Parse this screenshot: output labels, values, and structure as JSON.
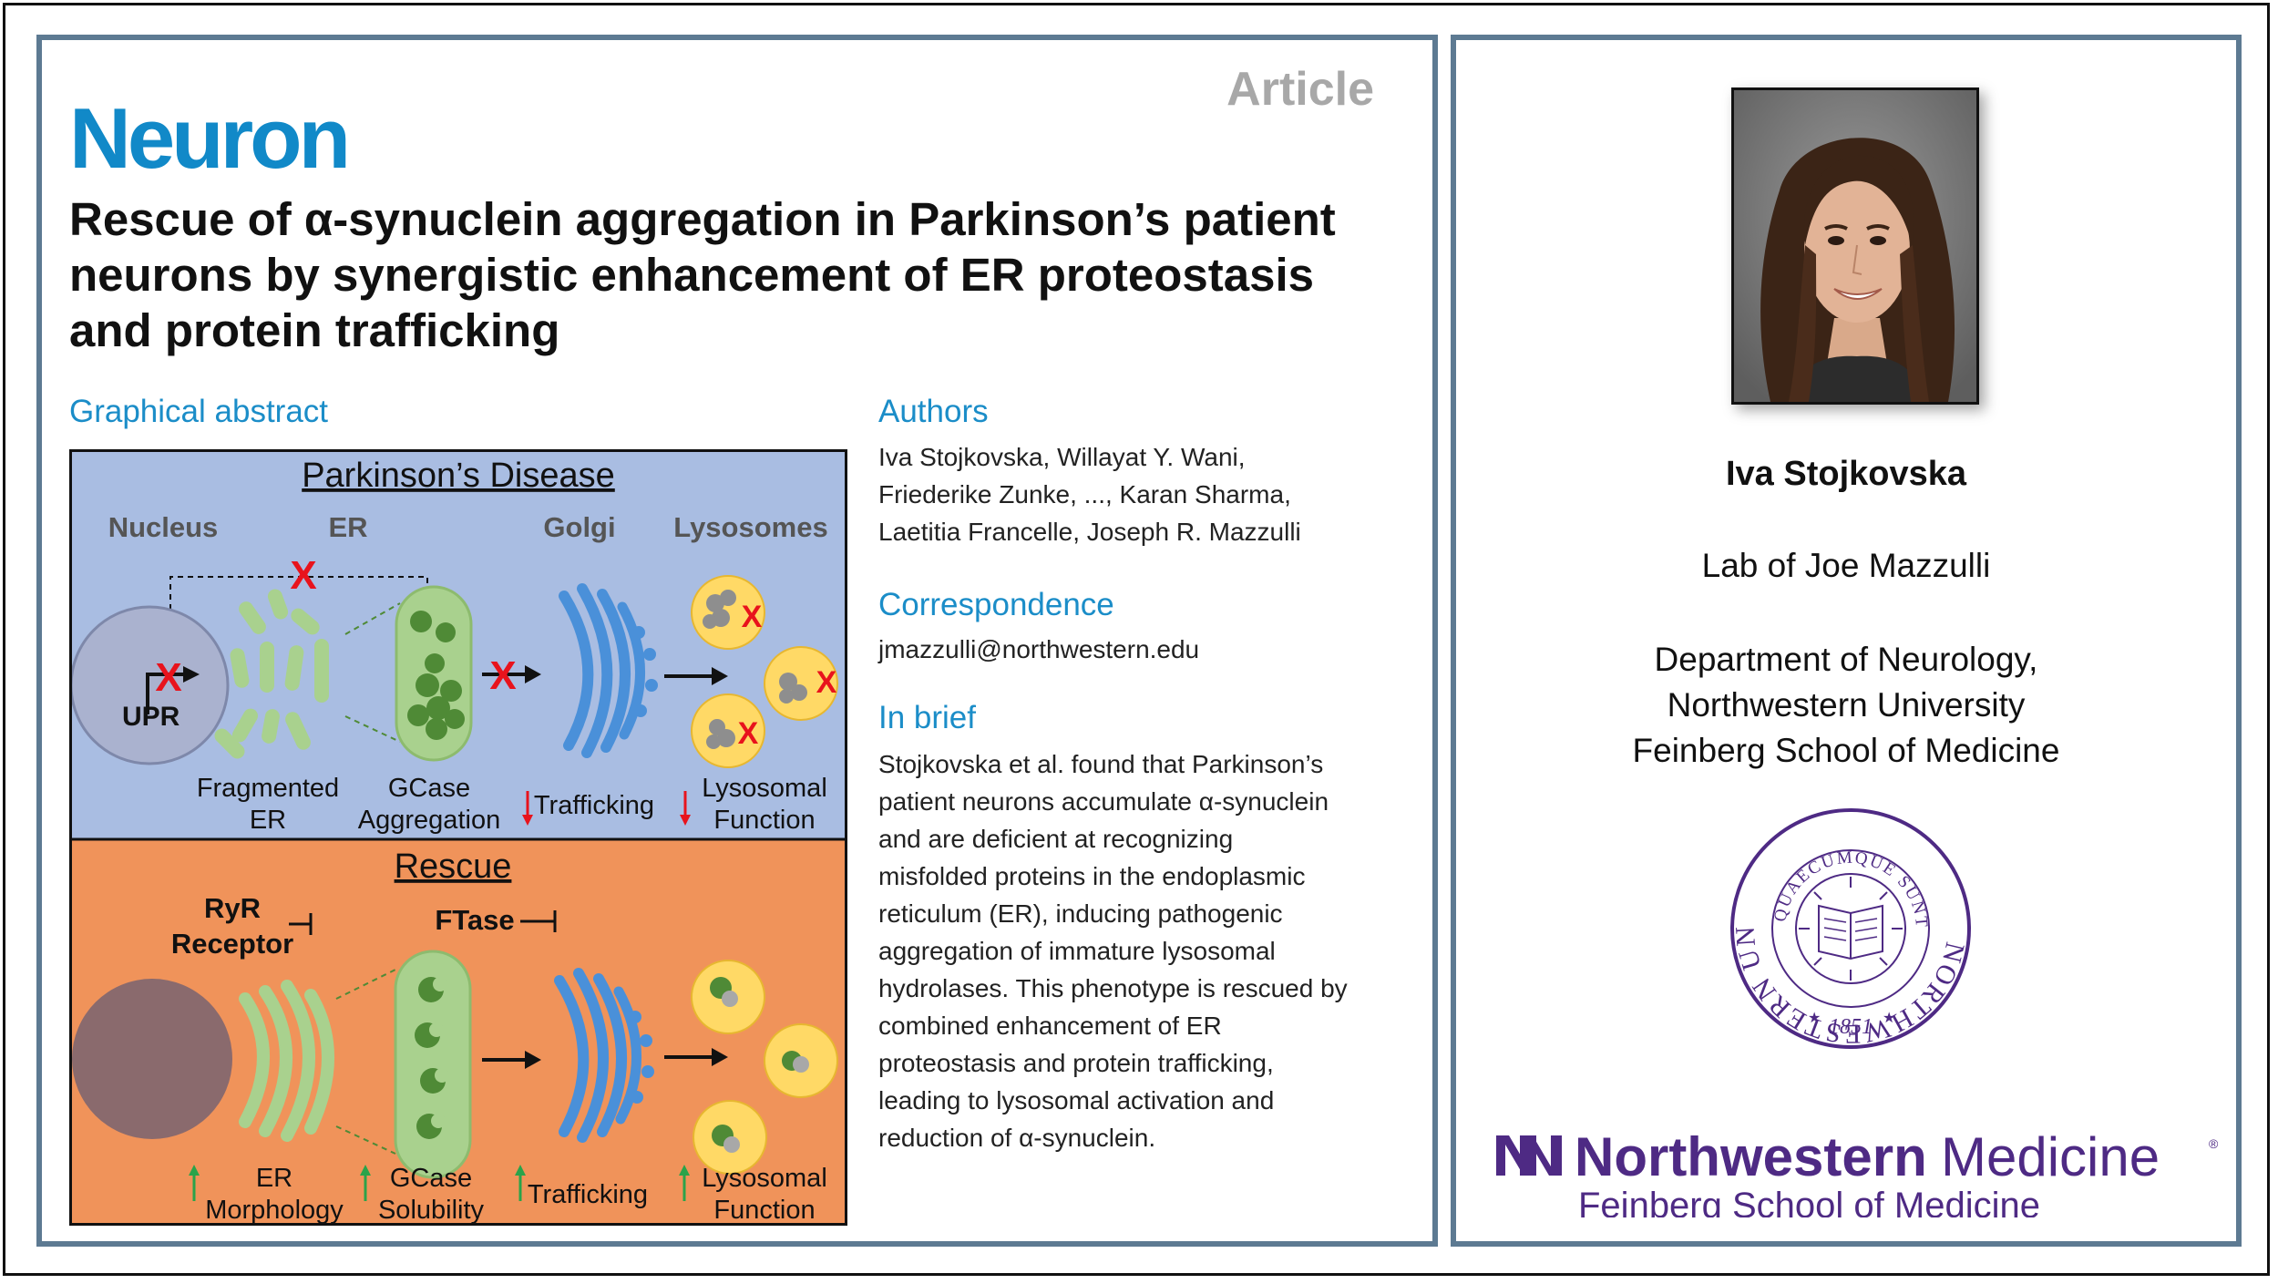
{
  "paper": {
    "journal": "Neuron",
    "article_type": "Article",
    "title": "Rescue of α-synuclein aggregation in Parkinson’s patient neurons by synergistic enhancement of ER proteostasis and protein trafficking",
    "sections": {
      "graphical_abstract": "Graphical abstract",
      "authors": "Authors",
      "correspondence": "Correspondence",
      "in_brief": "In brief"
    },
    "authors_lines": [
      "Iva Stojkovska, Willayat Y. Wani,",
      "Friederike Zunke, ..., Karan Sharma,",
      "Laetitia Francelle, Joseph R. Mazzulli"
    ],
    "correspondence_email": "jmazzulli@northwestern.edu",
    "in_brief_lines": [
      "Stojkovska et al. found that Parkinson’s",
      "patient neurons accumulate α-synuclein",
      "and are deficient at recognizing",
      "misfolded proteins in the endoplasmic",
      "reticulum (ER), inducing pathogenic",
      "aggregation of immature lysosomal",
      "hydrolases. This phenotype is rescued by",
      "combined enhancement of ER",
      "proteostasis and protein trafficking,",
      "leading to lysosomal activation and",
      "reduction of α-synuclein."
    ]
  },
  "abstract": {
    "disease": {
      "heading": "Parkinson’s Disease",
      "col_nucleus": "Nucleus",
      "col_er": "ER",
      "col_golgi": "Golgi",
      "col_lysosomes": "Lysosomes",
      "upr": "UPR",
      "fragmented_er_1": "Fragmented",
      "fragmented_er_2": "ER",
      "gcase_1": "GCase",
      "gcase_2": "Aggregation",
      "trafficking": "Trafficking",
      "lysosomal_1": "Lysosomal",
      "lysosomal_2": "Function"
    },
    "rescue": {
      "heading": "Rescue",
      "ryr_1": "RyR",
      "ryr_2": "Receptor",
      "ftase": "FTase",
      "er_1": "ER",
      "er_2": "Morphology",
      "gcase_1": "GCase",
      "gcase_2": "Solubility",
      "trafficking": "Trafficking",
      "lysosomal_1": "Lysosomal",
      "lysosomal_2": "Function"
    },
    "colors": {
      "disease_bg": "#a9bde2",
      "rescue_bg": "#f0935a",
      "er_green": "#a9d18e",
      "aggregate_green": "#4f8a36",
      "golgi_blue": "#4a90d9",
      "lysosome_yellow": "#ffd966",
      "inhibit_red": "#e8131c",
      "up_green": "#2aa34a"
    }
  },
  "profile": {
    "name": "Iva Stojkovska",
    "lab": "Lab of Joe Mazzulli",
    "dept_lines": [
      "Department of Neurology,",
      "Northwestern University",
      "Feinberg School of Medicine"
    ],
    "seal": {
      "ring_text": "NORTHWESTERN UNIVERSITY",
      "motto": "QUAECUMQUE SUNT VERA",
      "year": "1851",
      "color": "#4e2a84"
    },
    "logo": {
      "brand_bold": "Northwestern",
      "brand_light": "Medicine",
      "registered": "®",
      "sub": "Feinberg School of Medicine",
      "color": "#4e2a84"
    }
  }
}
